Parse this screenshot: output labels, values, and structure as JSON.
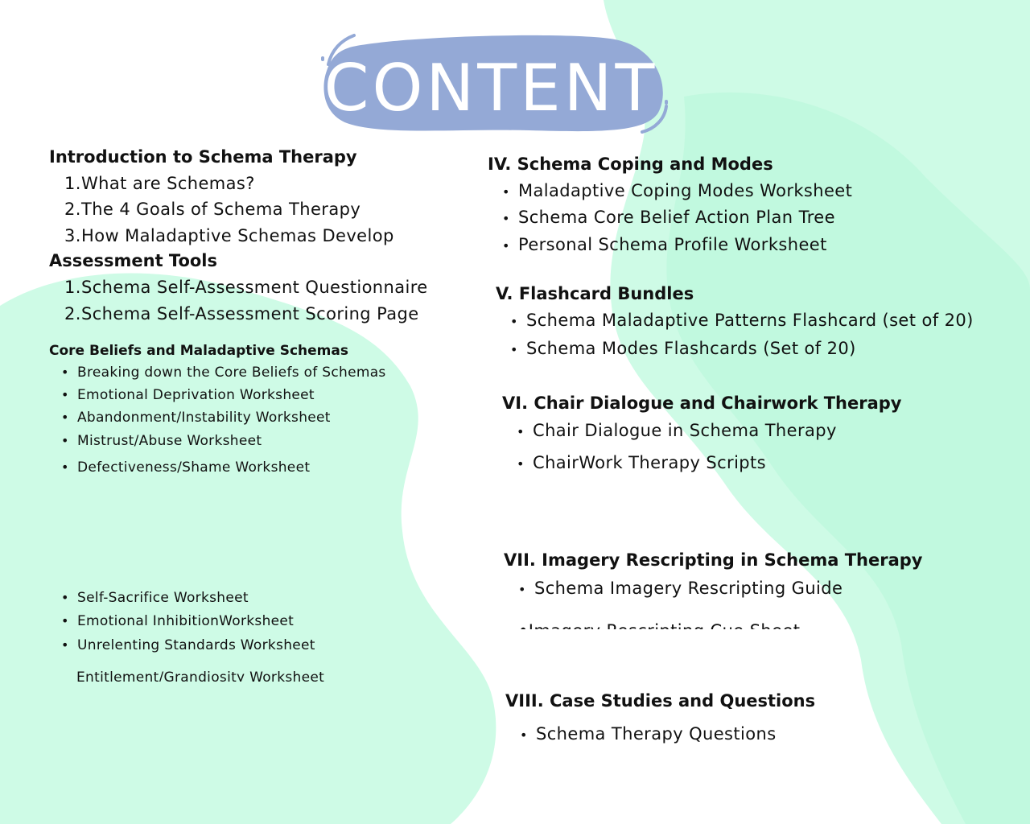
{
  "title": "CONTENT",
  "colors": {
    "mint": "#cefbe6",
    "mint_dark": "#b6f7d9",
    "banner": "#94a9d6"
  },
  "left": {
    "intro": {
      "heading": "Introduction to Schema Therapy",
      "items": [
        {
          "n": "1.",
          "text": "What are Schemas?"
        },
        {
          "n": "2.",
          "text": "The 4 Goals of Schema Therapy"
        },
        {
          "n": "3.",
          "text": "How Maladaptive Schemas Develop"
        }
      ]
    },
    "assessment": {
      "heading": "Assessment Tools",
      "items": [
        {
          "n": "1.",
          "text": "Schema Self-Assessment Questionnaire"
        },
        {
          "n": "2.",
          "text": "Schema Self-Assessment Scoring Page"
        }
      ]
    },
    "core": {
      "heading": "Core Beliefs and Maladaptive Schemas",
      "items": [
        "Breaking down the Core Beliefs of Schemas",
        "Emotional Deprivation Worksheet",
        "Abandonment/Instability Worksheet",
        "Mistrust/Abuse Worksheet",
        "Defectiveness/Shame Worksheet"
      ],
      "items2": [
        "Self-Sacrifice Worksheet",
        "Emotional InhibitionWorksheet",
        "Unrelenting Standards Worksheet"
      ],
      "cut_item": "Entitlement/Grandiosity Worksheet"
    }
  },
  "right": {
    "s4": {
      "heading": "IV. Schema Coping and Modes",
      "items": [
        "Maladaptive Coping Modes Worksheet",
        "Schema Core Belief Action Plan Tree",
        "Personal Schema Profile Worksheet"
      ]
    },
    "s5": {
      "heading": "V. Flashcard Bundles",
      "items": [
        "Schema Maladaptive Patterns Flashcard (set of 20)",
        "Schema Modes Flashcards (Set of 20)"
      ]
    },
    "s6": {
      "heading": "VI. Chair Dialogue and Chairwork Therapy",
      "items": [
        "Chair Dialogue in Schema Therapy",
        "ChairWork Therapy Scripts"
      ]
    },
    "s7": {
      "heading": "VII. Imagery Rescripting in Schema Therapy",
      "items": [
        "Schema Imagery Rescripting Guide"
      ],
      "cut_item": "Imagery Rescripting Cue Sheet"
    },
    "s8": {
      "heading": "VIII. Case Studies and Questions",
      "items": [
        "Schema Therapy Questions"
      ]
    }
  },
  "bullet": "•"
}
